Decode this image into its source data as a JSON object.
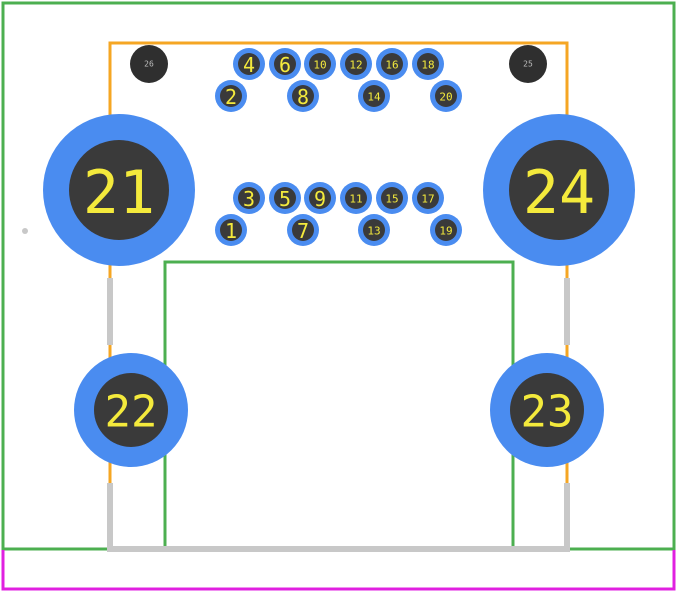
{
  "colors": {
    "background": "#ffffff",
    "board_outline": "#4caf50",
    "component_outline": "#f5a623",
    "silkscreen": "#c8c8c8",
    "pad_ring": "#4a8cf0",
    "pad_core": "#3a3a3a",
    "pad_label": "#f4ea3c",
    "courtyard": "#e020e0",
    "mounting_hole": "#2f2f2f",
    "mounting_label": "#bdbdbd"
  },
  "pads": [
    {
      "label": "1"
    },
    {
      "label": "2"
    },
    {
      "label": "3"
    },
    {
      "label": "4"
    },
    {
      "label": "5"
    },
    {
      "label": "6"
    },
    {
      "label": "7"
    },
    {
      "label": "8"
    },
    {
      "label": "9"
    },
    {
      "label": "10"
    },
    {
      "label": "11"
    },
    {
      "label": "12"
    },
    {
      "label": "13"
    },
    {
      "label": "14"
    },
    {
      "label": "15"
    },
    {
      "label": "16"
    },
    {
      "label": "17"
    },
    {
      "label": "18"
    },
    {
      "label": "19"
    },
    {
      "label": "20"
    },
    {
      "label": "21"
    },
    {
      "label": "22"
    },
    {
      "label": "23"
    },
    {
      "label": "24"
    }
  ],
  "holes": [
    {
      "label": "25"
    },
    {
      "label": "26"
    }
  ]
}
